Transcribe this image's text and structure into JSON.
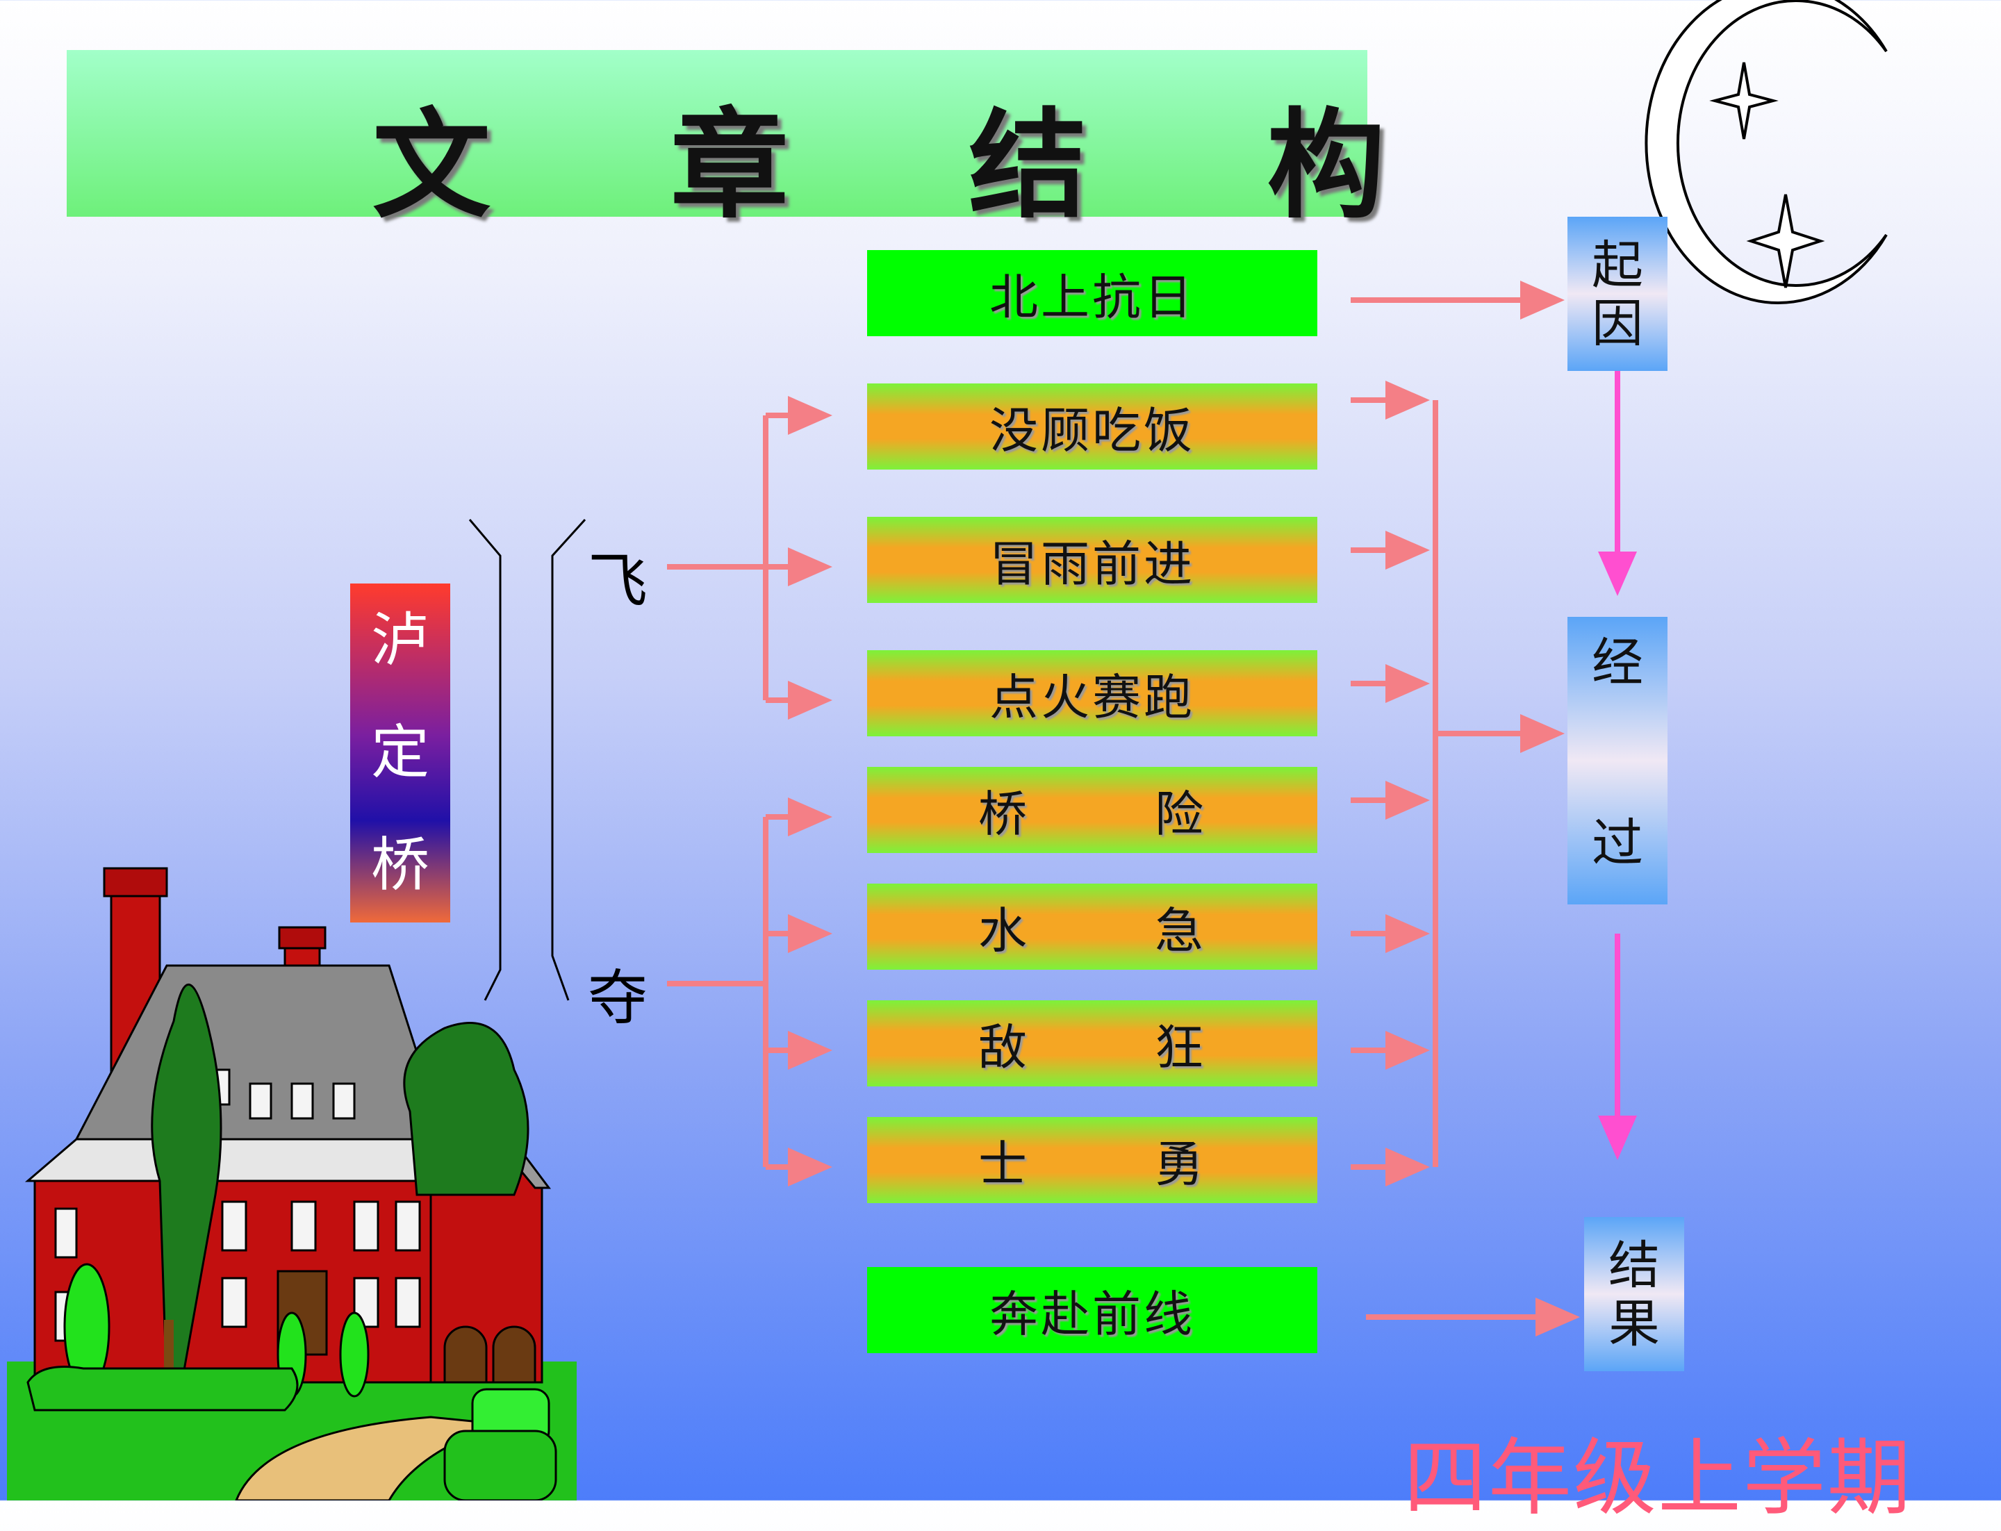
{
  "title": "文 章 结 构",
  "topic": [
    "泸",
    "定",
    "桥"
  ],
  "verbs": {
    "fly": "飞",
    "seize": "夺"
  },
  "events": {
    "north": "北上抗日",
    "eat": "没顾吃饭",
    "rain": "冒雨前进",
    "torch": "点火赛跑",
    "bridge": [
      "桥",
      "险"
    ],
    "water": [
      "水",
      "急"
    ],
    "enemy": [
      "敌",
      "狂"
    ],
    "soldier": [
      "士",
      "勇"
    ],
    "front": "奔赴前线"
  },
  "stages": {
    "cause": [
      "起",
      "因"
    ],
    "process": [
      "经",
      "过"
    ],
    "result": [
      "结",
      "果"
    ]
  },
  "footer": "四年级上学期",
  "colors": {
    "arrow": "#f47f86",
    "stage_arrow": "#ff4fd0",
    "green_box": "#00ff00",
    "orange": "#f5a623"
  }
}
